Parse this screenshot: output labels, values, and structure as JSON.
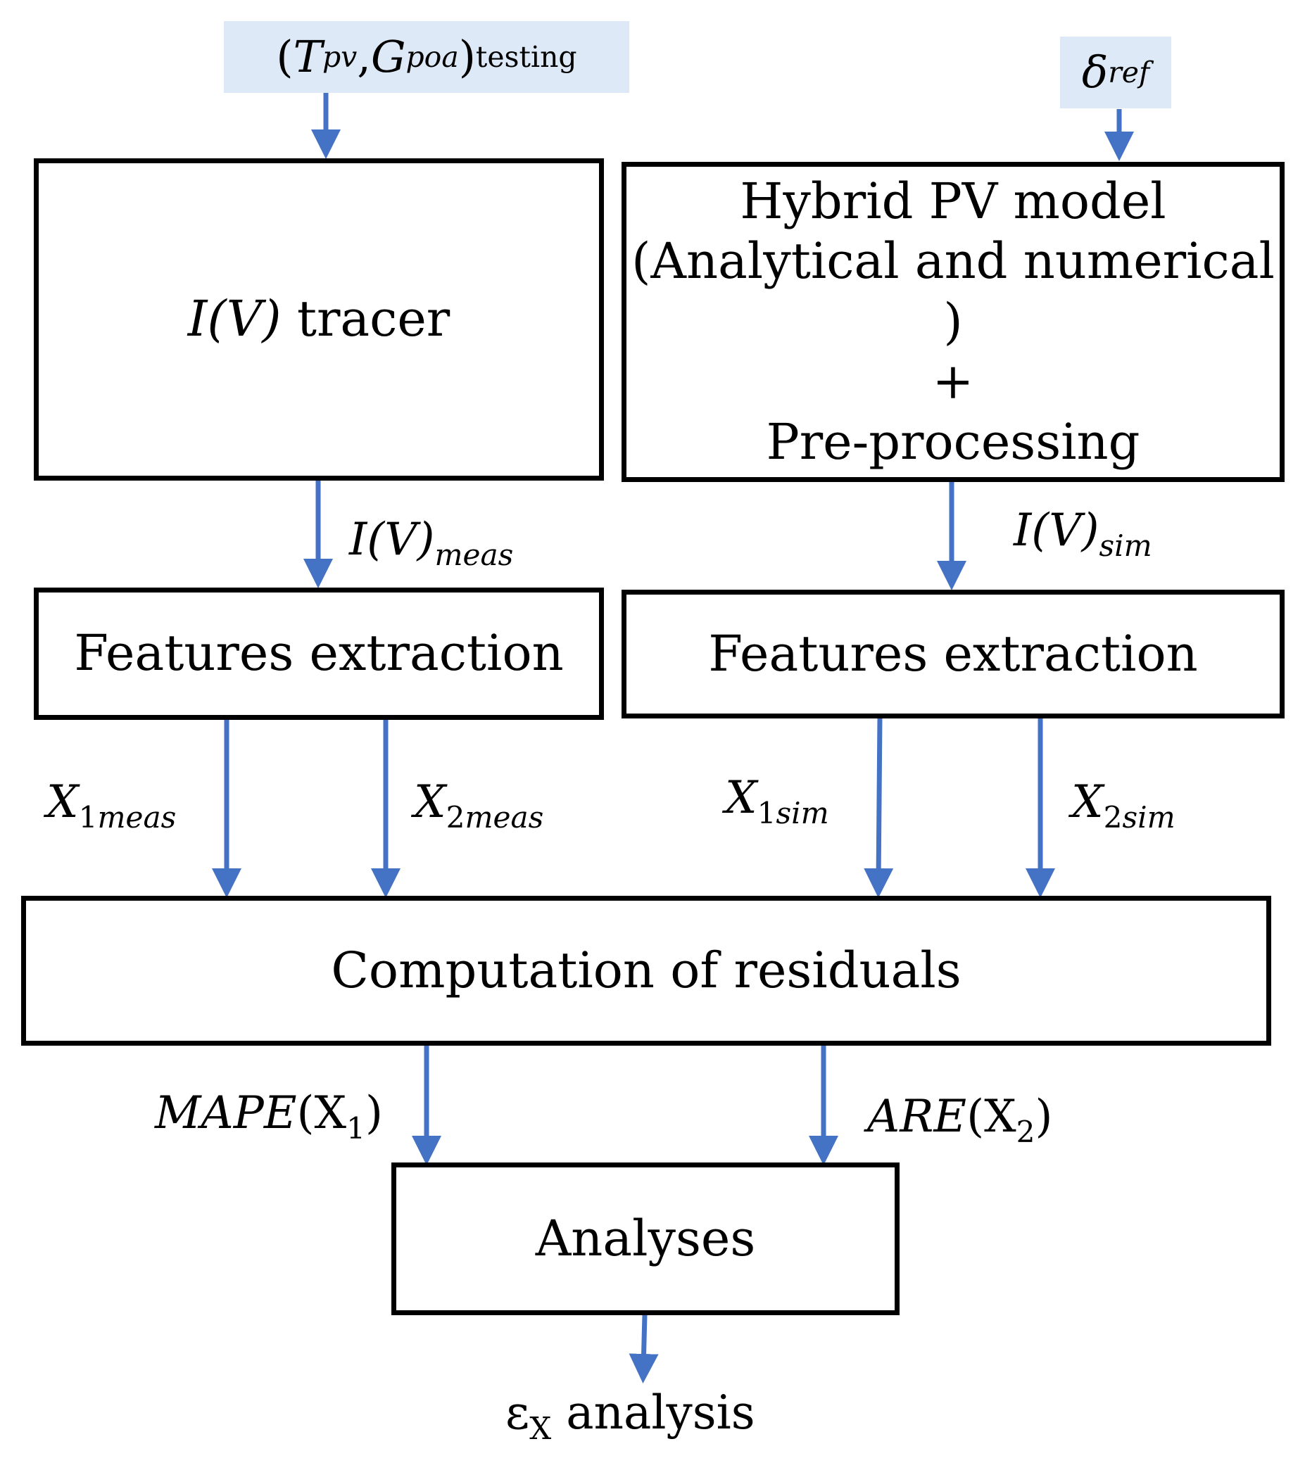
{
  "inputs": {
    "conditions": {
      "open": "(",
      "t": "T",
      "t_sub": "pv",
      "sep": ",",
      "g": "G",
      "g_sub": "poa",
      "close": ")",
      "suffix": "testing"
    },
    "reference": {
      "delta": "δ",
      "delta_sub": "ref"
    }
  },
  "boxes": {
    "tracer": {
      "italic": "I(V)",
      "text": " tracer"
    },
    "hybrid": {
      "line1": "Hybrid PV model",
      "line2": "(Analytical and numerical )",
      "line3": "+",
      "line4": "Pre-processing"
    },
    "features_left": "Features extraction",
    "features_right": "Features extraction",
    "residuals": "Computation of residuals",
    "analyses": "Analyses"
  },
  "labels": {
    "iv_meas": {
      "main": "I(V)",
      "sub": "meas"
    },
    "iv_sim": {
      "main": "I(V)",
      "sub": "sim"
    },
    "x1_meas": {
      "main": "X",
      "num": "1",
      "sub": "meas"
    },
    "x2_meas": {
      "main": "X",
      "num": "2",
      "sub": "meas"
    },
    "x1_sim": {
      "main": "X",
      "num": "1",
      "sub": "sim"
    },
    "x2_sim": {
      "main": "X",
      "num": "2",
      "sub": "sim"
    },
    "mape": {
      "main": "MAPE",
      "arg": "(X",
      "num": "1",
      "close": ")"
    },
    "are": {
      "main": "ARE",
      "arg": "(X",
      "num": "2",
      "close": ")"
    }
  },
  "output": {
    "eps": "ε",
    "eps_sub": "X",
    "text": " analysis"
  },
  "colors": {
    "arrow": "#4472c4",
    "input_bg": "#dde9f7",
    "border": "#000000"
  }
}
